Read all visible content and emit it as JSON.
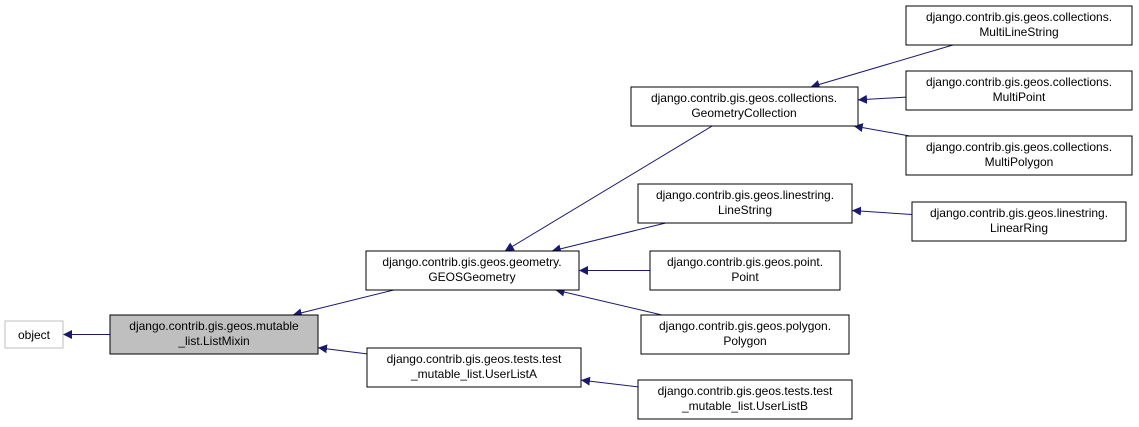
{
  "colors": {
    "edge": "#191970",
    "node_border": "#000000",
    "node_fill": "#ffffff",
    "highlight_fill": "#bfbfbf",
    "external_border": "#bfbfbf"
  },
  "nodes": {
    "object": {
      "lines": [
        "object"
      ]
    },
    "listmixin": {
      "lines": [
        "django.contrib.gis.geos.mutable",
        "_list.ListMixin"
      ]
    },
    "geosgeometry": {
      "lines": [
        "django.contrib.gis.geos.geometry.",
        "GEOSGeometry"
      ]
    },
    "userlista": {
      "lines": [
        "django.contrib.gis.geos.tests.test",
        "_mutable_list.UserListA"
      ]
    },
    "geometrycollection": {
      "lines": [
        "django.contrib.gis.geos.collections.",
        "GeometryCollection"
      ]
    },
    "linestring": {
      "lines": [
        "django.contrib.gis.geos.linestring.",
        "LineString"
      ]
    },
    "point": {
      "lines": [
        "django.contrib.gis.geos.point.",
        "Point"
      ]
    },
    "polygon": {
      "lines": [
        "django.contrib.gis.geos.polygon.",
        "Polygon"
      ]
    },
    "userlistb": {
      "lines": [
        "django.contrib.gis.geos.tests.test",
        "_mutable_list.UserListB"
      ]
    },
    "multilinestring": {
      "lines": [
        "django.contrib.gis.geos.collections.",
        "MultiLineString"
      ]
    },
    "multipoint": {
      "lines": [
        "django.contrib.gis.geos.collections.",
        "MultiPoint"
      ]
    },
    "multipolygon": {
      "lines": [
        "django.contrib.gis.geos.collections.",
        "MultiPolygon"
      ]
    },
    "linearring": {
      "lines": [
        "django.contrib.gis.geos.linestring.",
        "LinearRing"
      ]
    }
  },
  "edges": [
    {
      "from": "listmixin",
      "to": "object"
    },
    {
      "from": "geosgeometry",
      "to": "listmixin"
    },
    {
      "from": "userlista",
      "to": "listmixin"
    },
    {
      "from": "geometrycollection",
      "to": "geosgeometry"
    },
    {
      "from": "linestring",
      "to": "geosgeometry"
    },
    {
      "from": "point",
      "to": "geosgeometry"
    },
    {
      "from": "polygon",
      "to": "geosgeometry"
    },
    {
      "from": "userlistb",
      "to": "userlista"
    },
    {
      "from": "multilinestring",
      "to": "geometrycollection"
    },
    {
      "from": "multipoint",
      "to": "geometrycollection"
    },
    {
      "from": "multipolygon",
      "to": "geometrycollection"
    },
    {
      "from": "linearring",
      "to": "linestring"
    }
  ]
}
